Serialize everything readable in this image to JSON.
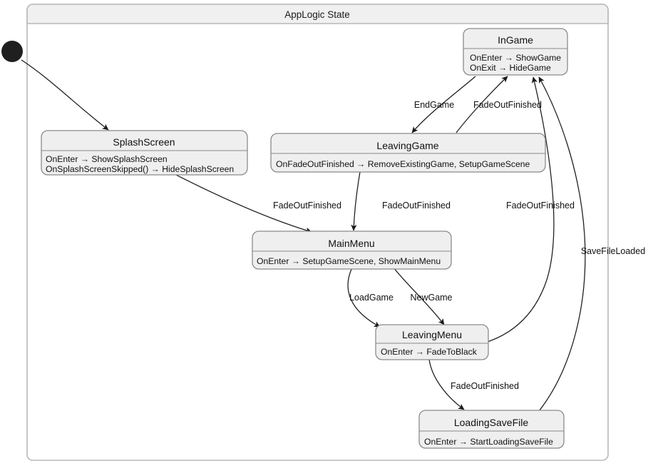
{
  "diagram": {
    "type": "state-machine",
    "title": "AppLogic State",
    "initial_node": "initial-state-dot",
    "states": [
      {
        "id": "splash-screen",
        "name": "SplashScreen",
        "actions": [
          "OnEnter → ShowSplashScreen",
          "OnSplashScreenSkipped() → HideSplashScreen"
        ]
      },
      {
        "id": "in-game",
        "name": "InGame",
        "actions": [
          "OnEnter → ShowGame",
          "OnExit → HideGame"
        ]
      },
      {
        "id": "leaving-game",
        "name": "LeavingGame",
        "actions": [
          "OnFadeOutFinished → RemoveExistingGame, SetupGameScene"
        ]
      },
      {
        "id": "main-menu",
        "name": "MainMenu",
        "actions": [
          "OnEnter → SetupGameScene, ShowMainMenu"
        ]
      },
      {
        "id": "leaving-menu",
        "name": "LeavingMenu",
        "actions": [
          "OnEnter → FadeToBlack"
        ]
      },
      {
        "id": "loading-save-file",
        "name": "LoadingSaveFile",
        "actions": [
          "OnEnter → StartLoadingSaveFile"
        ]
      }
    ],
    "transitions": [
      {
        "id": "t-initial-splash",
        "from": "initial-state-dot",
        "to": "splash-screen",
        "label": ""
      },
      {
        "id": "t-ingame-leavinggame",
        "from": "in-game",
        "to": "leaving-game",
        "label": "EndGame"
      },
      {
        "id": "t-leavinggame-ingame",
        "from": "leaving-game",
        "to": "in-game",
        "label": "FadeOutFinished"
      },
      {
        "id": "t-splash-mainmenu",
        "from": "splash-screen",
        "to": "main-menu",
        "label": "FadeOutFinished"
      },
      {
        "id": "t-leavinggame-mainmenu",
        "from": "leaving-game",
        "to": "main-menu",
        "label": "FadeOutFinished"
      },
      {
        "id": "t-leavingmenu-ingame",
        "from": "leaving-menu",
        "to": "in-game",
        "label": "FadeOutFinished"
      },
      {
        "id": "t-mainmenu-leavingmenu-load",
        "from": "main-menu",
        "to": "leaving-menu",
        "label": "LoadGame"
      },
      {
        "id": "t-mainmenu-leavingmenu-new",
        "from": "main-menu",
        "to": "leaving-menu",
        "label": "NewGame"
      },
      {
        "id": "t-leavingmenu-loadingsave",
        "from": "leaving-menu",
        "to": "loading-save-file",
        "label": "FadeOutFinished"
      },
      {
        "id": "t-loadingsave-ingame",
        "from": "loading-save-file",
        "to": "in-game",
        "label": "SaveFileLoaded"
      }
    ],
    "colors": {
      "state_fill": "#efefef",
      "state_stroke": "#8a8a8a",
      "container_title_fill": "#f0f0f0",
      "container_stroke": "#b8b8b8",
      "edge_stroke": "#1a1a1a",
      "initial_dot": "#1f1f1f"
    }
  }
}
